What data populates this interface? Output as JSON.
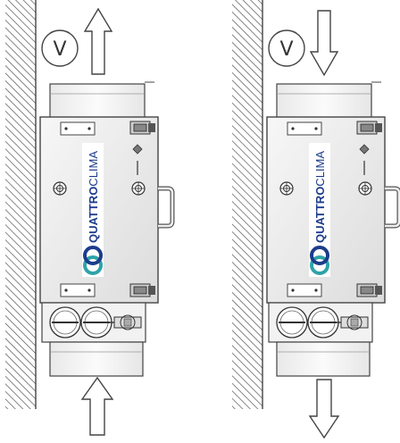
{
  "units": [
    {
      "id": "left",
      "airflow_direction": "up",
      "label_badge": "V",
      "brand": {
        "prefix": "QUATTRO",
        "suffix": "CLIMA"
      },
      "colors": {
        "brand_blue": "#1c3c8c",
        "brand_teal": "#2ea3a8"
      }
    },
    {
      "id": "right",
      "airflow_direction": "down",
      "label_badge": "V",
      "brand": {
        "prefix": "QUATTRO",
        "suffix": "CLIMA"
      },
      "colors": {
        "brand_blue": "#1c3c8c",
        "brand_teal": "#2ea3a8"
      }
    }
  ],
  "colors": {
    "wall_hatch": "#555555",
    "outline": "#444444",
    "panel_fill": "#ececec",
    "duct_fill": "#f4f4f4"
  },
  "icons": [
    "double-circle-logo-icon",
    "arrow-up-icon",
    "arrow-down-icon"
  ]
}
